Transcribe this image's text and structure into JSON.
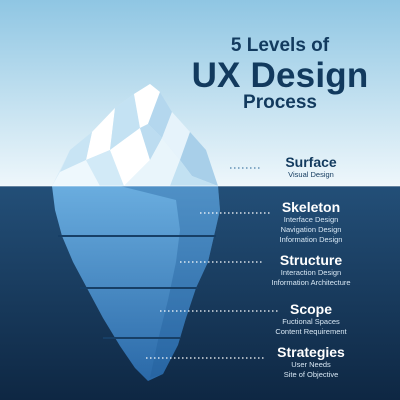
{
  "title": {
    "line1": "5 Levels of",
    "line2": "UX Design",
    "line3": "Process"
  },
  "levels": [
    {
      "name": "Surface",
      "details": [
        "Visual Design"
      ]
    },
    {
      "name": "Skeleton",
      "details": [
        "Interface Design",
        "Navigation Design",
        "Information Design"
      ]
    },
    {
      "name": "Structure",
      "details": [
        "Interaction Design",
        "Information Architecture"
      ]
    },
    {
      "name": "Scope",
      "details": [
        "Fuctional Spaces",
        "Content Requirement"
      ]
    },
    {
      "name": "Strategies",
      "details": [
        "User Needs",
        "Site of Objective"
      ]
    }
  ],
  "colors": {
    "sky_top": "#8fc6e3",
    "sky_bottom": "#e9f4fa",
    "sea_top": "#1f4a72",
    "sea_bottom": "#0f2a48",
    "ice_underwater_top": "#5fa3d6",
    "ice_underwater_bottom": "#2c6fb0",
    "title": "#123a5e"
  }
}
